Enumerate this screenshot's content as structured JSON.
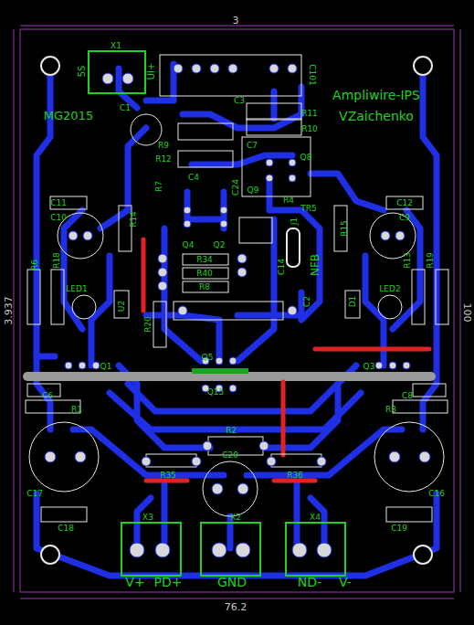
{
  "diagram": {
    "labels": [
      "3",
      "3.937",
      "100",
      "76.2",
      "X1",
      "5S",
      "UI+",
      "C101",
      "MG2015",
      "Ampliwire-IPS",
      "VZaichenko",
      "C1",
      "C3",
      "R11",
      "R10",
      "R9",
      "R12",
      "C7",
      "Q8",
      "Q9",
      "R4",
      "TR5",
      "C4",
      "R7",
      "C24",
      "Q4",
      "Q2",
      "R14",
      "C11",
      "C10",
      "C12",
      "C9",
      "R15",
      "J1",
      "NFB",
      "C14",
      "R34",
      "R40",
      "R8",
      "C2",
      "R6",
      "R18",
      "R13",
      "R19",
      "LED1",
      "LED2",
      "U2",
      "D1",
      "R20",
      "Q5",
      "Q1",
      "Q3",
      "Q15",
      "C6",
      "R1",
      "C8",
      "R3",
      "R2",
      "C20",
      "C17",
      "C16",
      "R35",
      "R36",
      "C18",
      "C19",
      "X3",
      "X2",
      "X4",
      "V+",
      "PD+",
      "GND",
      "ND-",
      "V-"
    ]
  }
}
